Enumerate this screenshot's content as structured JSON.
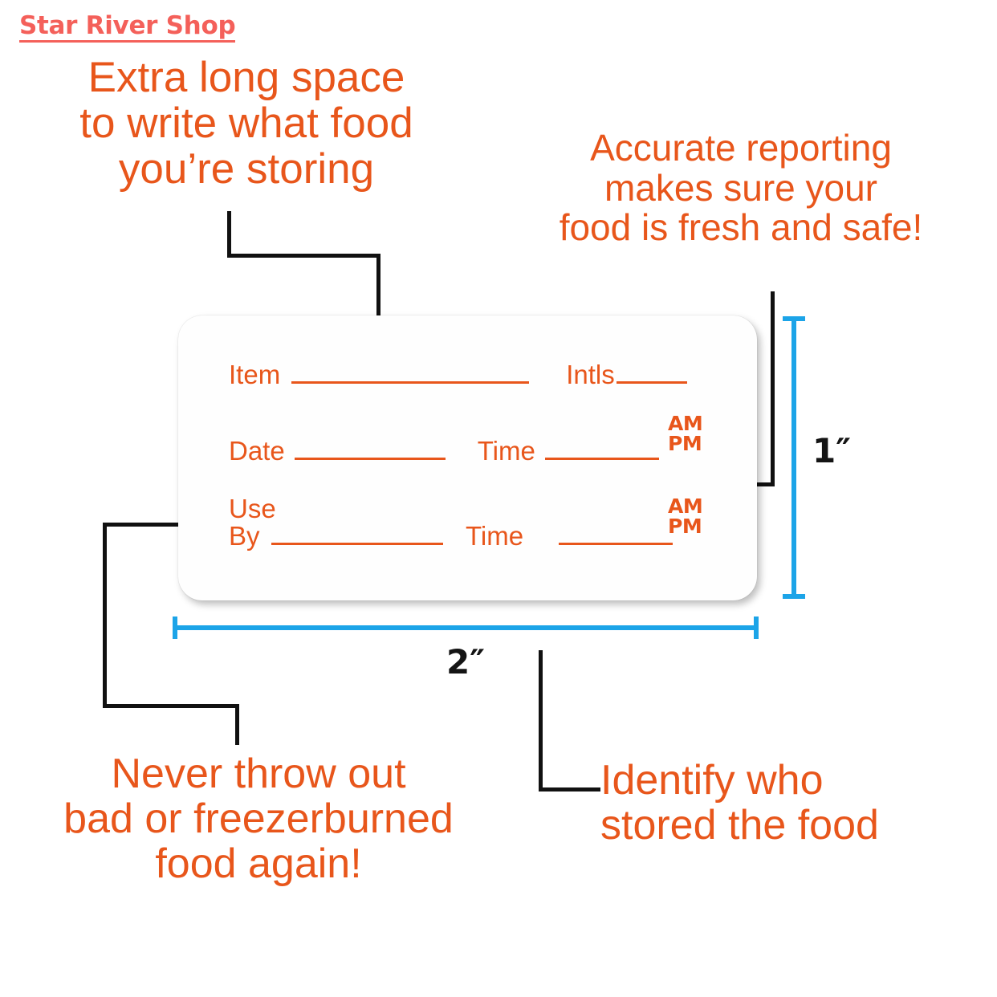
{
  "brand": {
    "name": "Star River Shop",
    "color": "#f4605a"
  },
  "theme": {
    "accent_orange": "#e8561b",
    "dimension_blue": "#1ca4e8",
    "leader_black": "#111111",
    "background": "#ffffff"
  },
  "callouts": {
    "top_left": "Extra long space\nto write what food\nyou’re storing",
    "top_right": "Accurate reporting\nmakes sure your\nfood is fresh and safe!",
    "bottom_left": "Never throw out\nbad or  freezerburned\nfood again!",
    "bottom_right": "Identify who\nstored the food"
  },
  "label": {
    "fields": {
      "item": "Item",
      "intls": "Intls",
      "date": "Date",
      "time": "Time",
      "use": "Use",
      "by": "By",
      "time2": "Time"
    },
    "ampm": {
      "am": "AM",
      "pm": "PM"
    }
  },
  "dimensions": {
    "height": "1″",
    "width": "2″"
  }
}
